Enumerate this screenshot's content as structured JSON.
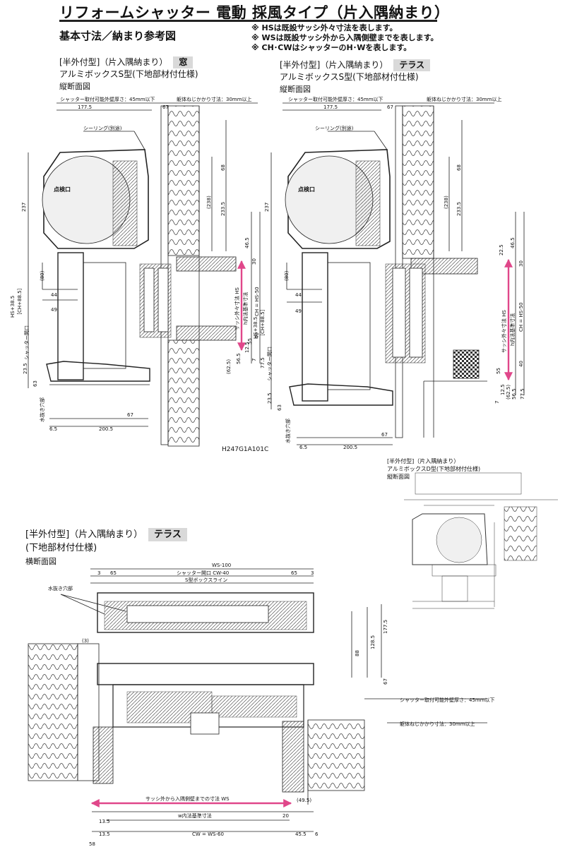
{
  "header": {
    "title": "リフォームシャッター 電動 採風タイプ（片入隅納まり）",
    "subtitle": "基本寸法／納まり参考図",
    "notes": [
      "※ HSは既設サッシ外々寸法を表します。",
      "※ WSは既設サッシ外から入隅側壁までを表します。",
      "※ CH･CWはシャッターのH･Wを表します。"
    ]
  },
  "diagram1": {
    "type_label": "[半外付型]（片入隅納まり）",
    "tag": "窓",
    "box_label": "アルミボックスS型(下地部材付仕様)",
    "section": "縦断面図"
  },
  "diagram2": {
    "type_label": "[半外付型]（片入隅納まり）",
    "tag": "テラス",
    "box_label": "アルミボックスS型(下地部材付仕様)",
    "section": "縦断面図"
  },
  "diagram3": {
    "type_label": "[半外付型]（片入隅納まり）",
    "tag": "テラス",
    "box_label": "(下地部材付仕様)",
    "section": "横断面図"
  },
  "small_diagram": {
    "type_label": "[半外付型]（片入隅納まり）",
    "box_label": "アルミボックスD型(下地部材付仕様)",
    "section": "縦断面図"
  },
  "drawing_code": "H247G1A101C",
  "labels": {
    "wall_thickness": "シャッター取付可能外壁厚さ：45mm以下",
    "screw_depth": "躯体ねじかかり寸法：30mm以上",
    "sealing": "シーリング(別途)",
    "inspection": "点検口",
    "drain": "水抜き穴部",
    "sash_hs": "サッシ外々寸法 HS",
    "h_inner": "h内法基準寸法",
    "ch": "CH = HS-50",
    "shutter_opening_v": "シャッター開口",
    "hs_plus": "HS+38.5",
    "ch_plus": "［CH+88.5］",
    "ws100": "WS-100",
    "shutter_opening_cw": "シャッター開口 CW-40",
    "box_line": "S型ボックスライン",
    "sash_ws": "サッシ外から入隅側壁までの寸法 WS",
    "w_inner": "w内法基準寸法",
    "cw": "CW = WS-60"
  },
  "dims": {
    "d177_5": "177.5",
    "d67": "67",
    "d237": "237",
    "d238": "(238)",
    "d233_5": "233.5",
    "d68": "68",
    "d46_5": "46.5",
    "d22_5": "22.5",
    "d30": "30",
    "d80": "(80)",
    "d44": "44",
    "d49": "49",
    "d55": "55",
    "d40": "40",
    "d12_5": "12.5",
    "d62_5": "(62.5)",
    "d7": "7",
    "d56_5": "56.5",
    "d77_5": "77.5",
    "d23_5": "23.5",
    "d63": "63",
    "d6_5": "6.5",
    "d200_5": "200.5",
    "d3": "3",
    "d65": "65",
    "d88": "88",
    "d128_5": "128.5",
    "d3p": "(3)",
    "d49_5": "(49.5)",
    "d20": "20",
    "d13_5": "13.5",
    "d58": "58",
    "d45_5": "45.5",
    "d6": "6"
  },
  "colors": {
    "line": "#222222",
    "accent_arrow": "#e0478a",
    "insulation": "#444444"
  }
}
